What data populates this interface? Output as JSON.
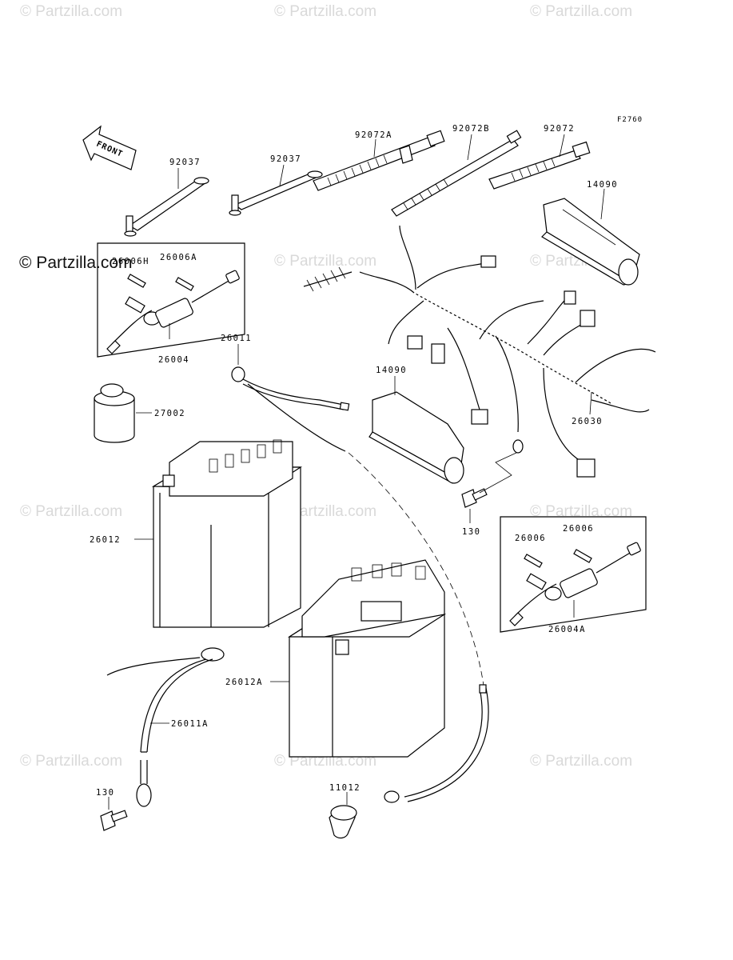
{
  "figure_code": "F2760",
  "front_label": "FRONT",
  "watermarks": {
    "light": "© Partzilla.com",
    "dark": "© Partzilla.com"
  },
  "parts": {
    "p92037a": "92037",
    "p92037b": "92037",
    "p92072a": "92072A",
    "p92072b": "92072B",
    "p92072": "92072",
    "p14090a": "14090",
    "p14090b": "14090",
    "p26006h": "26006H",
    "p26006a": "26006A",
    "p26004": "26004",
    "p26011": "26011",
    "p27002": "27002",
    "p26030": "26030",
    "p130a": "130",
    "p26012": "26012",
    "p26006b": "26006",
    "p26006c": "26006",
    "p26004a": "26004A",
    "p26012a": "26012A",
    "p26011a": "26011A",
    "p130b": "130",
    "p11012": "11012"
  }
}
